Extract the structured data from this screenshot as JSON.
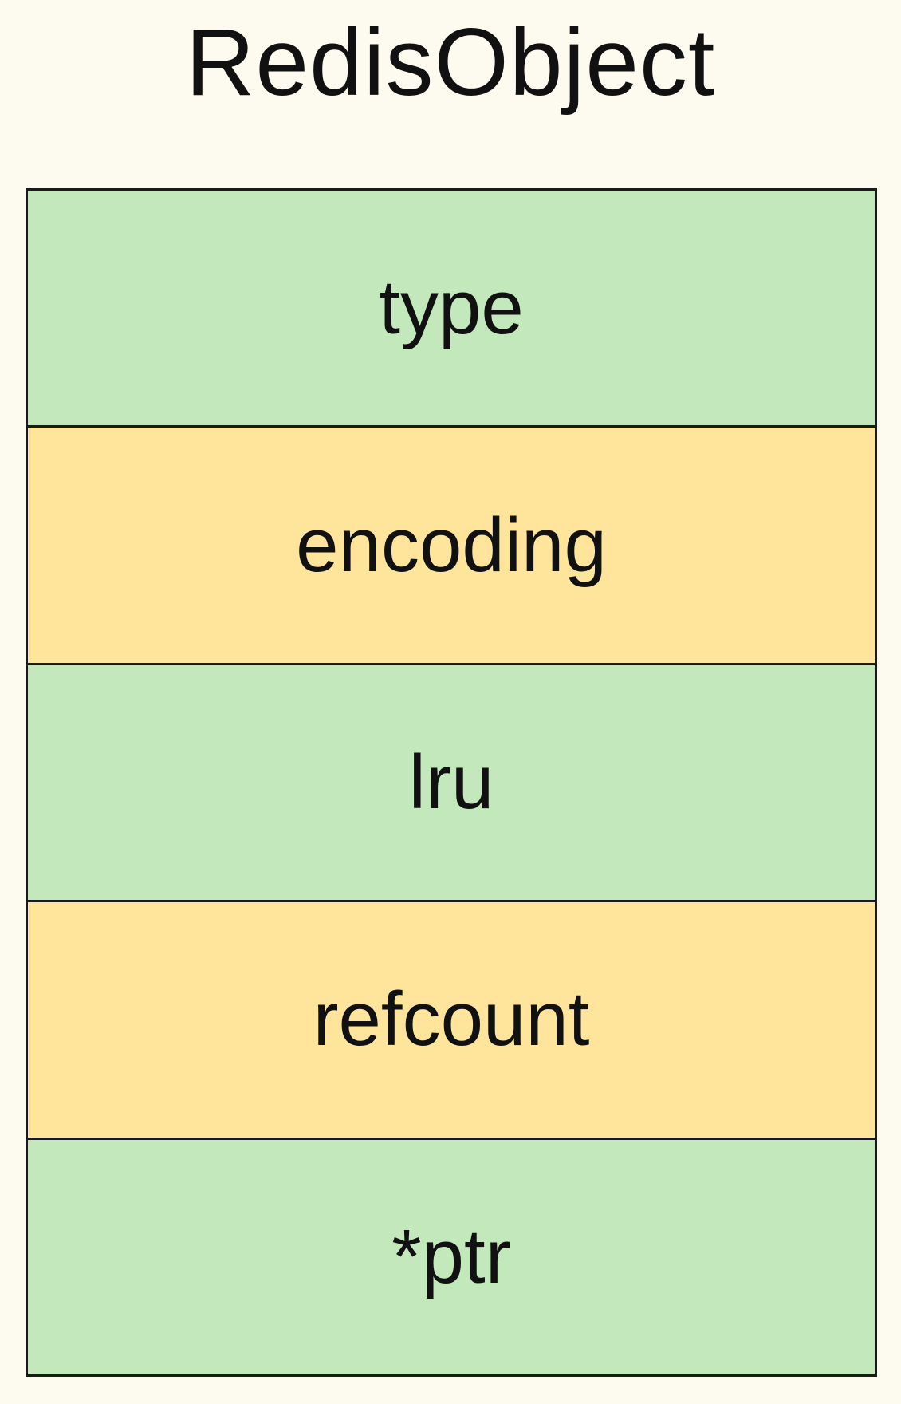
{
  "title": "RedisObject",
  "fields": [
    {
      "label": "type",
      "color": "#c2e8bc"
    },
    {
      "label": "encoding",
      "color": "#ffe59b"
    },
    {
      "label": "lru",
      "color": "#c2e8bc"
    },
    {
      "label": "refcount",
      "color": "#ffe59b"
    },
    {
      "label": "*ptr",
      "color": "#c2e8bc"
    }
  ],
  "colors": {
    "background": "#fdfaef",
    "border": "#1a1a1a",
    "text": "#111111"
  }
}
